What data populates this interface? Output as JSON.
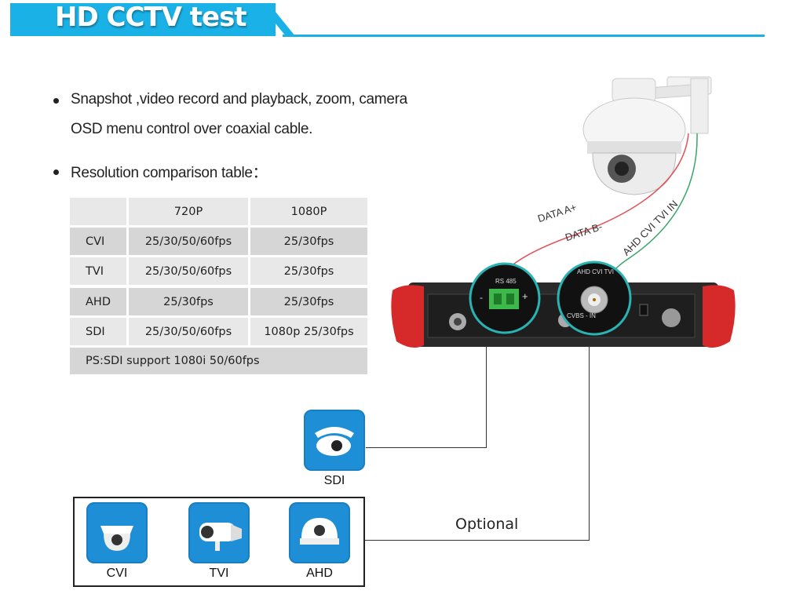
{
  "header": {
    "title": "HD CCTV test",
    "accent_color": "#1ab1e6"
  },
  "bullets": [
    {
      "lines": [
        "Snapshot ,video record and playback, zoom, camera",
        "OSD menu control over coaxial cable."
      ]
    },
    {
      "lines": [
        "Resolution comparison table："
      ]
    }
  ],
  "table": {
    "headers": [
      "",
      "720P",
      "1080P"
    ],
    "rows": [
      [
        "CVI",
        "25/30/50/60fps",
        "25/30fps"
      ],
      [
        "TVI",
        "25/30/50/60fps",
        "25/30fps"
      ],
      [
        "AHD",
        "25/30fps",
        "25/30fps"
      ],
      [
        "SDI",
        "25/30/50/60fps",
        "1080p 25/30fps"
      ]
    ],
    "note": "PS:SDI support 1080i 50/60fps"
  },
  "diagram": {
    "wire_labels": [
      "DATA A+",
      "DATA B-",
      "AHD CVI TVI IN"
    ],
    "port_labels": {
      "rs485": "RS 485",
      "bnc": "AHD CVI TVI",
      "cvbs": "CVBS - IN",
      "minus": "-",
      "plus": "+"
    },
    "sdi_label": "SDI",
    "optional_label": "Optional",
    "cameras": [
      {
        "label": "CVI"
      },
      {
        "label": "TVI"
      },
      {
        "label": "AHD"
      }
    ]
  }
}
